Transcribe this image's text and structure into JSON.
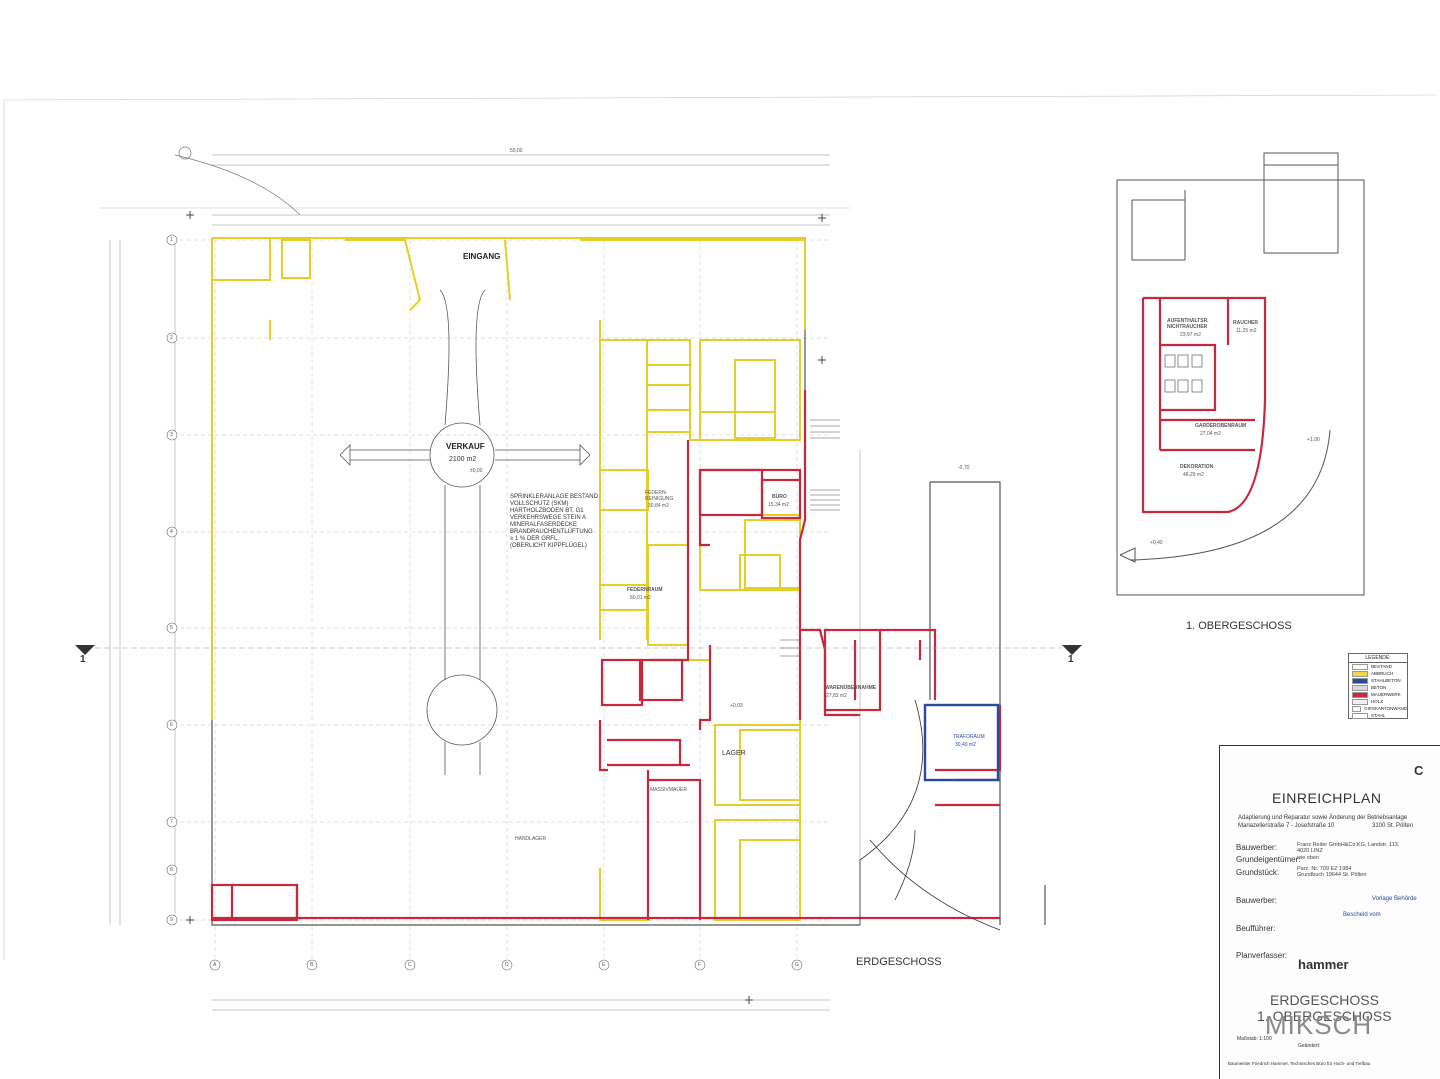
{
  "plan": {
    "main_title": "ERDGESCHOSS",
    "upper_title": "1. OBERGESCHOSS",
    "entrance": "EINGANG",
    "sales": "VERKAUF",
    "sales_area": "2100 m2",
    "sprinkler_note": [
      "SPRINKLERANLAGE BESTAND",
      "VOLLSCHUTZ (SKM)",
      "HARTHOLZBODEN BT. G1",
      "VERKEHRSWEGE STEIN A",
      "MINERALFASERDECKE",
      "BRANDRAUCHENTLÜFTUNG",
      "≥ 1 % DER GRFL.",
      "(OBERLICHT KIPPFLÜGEL)"
    ],
    "rooms": [
      {
        "key": "feder",
        "label": "FEDERN-REINIGUNG",
        "area": "30,84 m2"
      },
      {
        "key": "buero",
        "label": "BÜRO",
        "area": "15,34 m2"
      },
      {
        "key": "federnraum",
        "label": "FEDERNRAUM",
        "area": "60,01 m2"
      },
      {
        "key": "lager",
        "label": "LAGER",
        "area": ""
      },
      {
        "key": "warm",
        "label": "WARENÜBERNAHME",
        "area": "27,83 m2"
      },
      {
        "key": "trafo",
        "label": "TRAFORAUM",
        "area": "30,40 m2"
      },
      {
        "key": "aufenthalt",
        "label": "AUFENTHALTSR. NICHTRAUCHER",
        "area": "23,97 m2"
      },
      {
        "key": "raucher",
        "label": "RAUCHER",
        "area": "11,25 m2"
      },
      {
        "key": "garderobe",
        "label": "GARDEROBENRAUM",
        "area": "27,04 m2"
      },
      {
        "key": "dekoration",
        "label": "DEKORATION",
        "area": "46,29 m2"
      },
      {
        "key": "handlager",
        "label": "HANDLAGER",
        "area": ""
      },
      {
        "key": "massiv",
        "label": "MASSIVMAUER",
        "area": ""
      }
    ],
    "axis_letters": [
      "A",
      "B",
      "C",
      "D",
      "E",
      "F",
      "G"
    ],
    "axis_numbers": [
      "1",
      "2",
      "3",
      "4",
      "5",
      "6",
      "7",
      "8",
      "9"
    ],
    "section_marks": [
      "1",
      "1"
    ],
    "dims": {
      "top_total": "55,00",
      "level_a": "±0,00",
      "level_b": "-0,70",
      "level_c": "+0,03",
      "level_d": "+1,00",
      "level_e": "+0,40"
    }
  },
  "legend": {
    "title": "LEGENDE:",
    "items": [
      {
        "label": "BESTAND",
        "color": "#ffffff"
      },
      {
        "label": "ABBRUCH",
        "color": "#e8d84a"
      },
      {
        "label": "STAHLBETON",
        "color": "#2a4aa0"
      },
      {
        "label": "BETON",
        "color": "#d8d8d8"
      },
      {
        "label": "MAUERWERK",
        "color": "#c8283c"
      },
      {
        "label": "HOLZ",
        "color": "#f0f0f0"
      },
      {
        "label": "GIPSKARTONWAND",
        "color": "#f7f7f7"
      },
      {
        "label": "STAHL",
        "color": "#ffffff"
      }
    ]
  },
  "title_block": {
    "sheet_letter": "C",
    "heading": "EINREICHPLAN",
    "project_line1": "Adaptierung und Reparatur sowie Änderung der Betriebsanlage",
    "project_line2": "Mariazellerstraße 7 - Josefstraße 10",
    "project_city": "3100 St. Pölten",
    "rows": [
      {
        "label": "Bauwerber:",
        "value": "Franz Reiter GmbH&Co.KG, Landstr. 113, 4020 LINZ"
      },
      {
        "label": "Grundeigentümer:",
        "value": "wie oben"
      },
      {
        "label": "Grundstück:",
        "value": "Parz. Nr. 709  EZ 1984  Grundbuch 19644 St. Pölten"
      },
      {
        "label": "Bauwerber:",
        "value": ""
      },
      {
        "label": "Beufführer:",
        "value": ""
      },
      {
        "label": "Planverfasser:",
        "value": ""
      }
    ],
    "stamp1": "Vorlage Behörde",
    "stamp2": "Bescheid vom",
    "firm": "hammer",
    "sheet_title1": "ERDGESCHOSS",
    "sheet_title2": "1. OBERGESCHOSS",
    "watermark": "MIKSCH",
    "scale_label": "Maßstab: 1:100",
    "changed": "Geändert:",
    "footer": "Baumeister Friedrich Hammer, Technisches Büro für Hoch- und Tiefbau"
  }
}
